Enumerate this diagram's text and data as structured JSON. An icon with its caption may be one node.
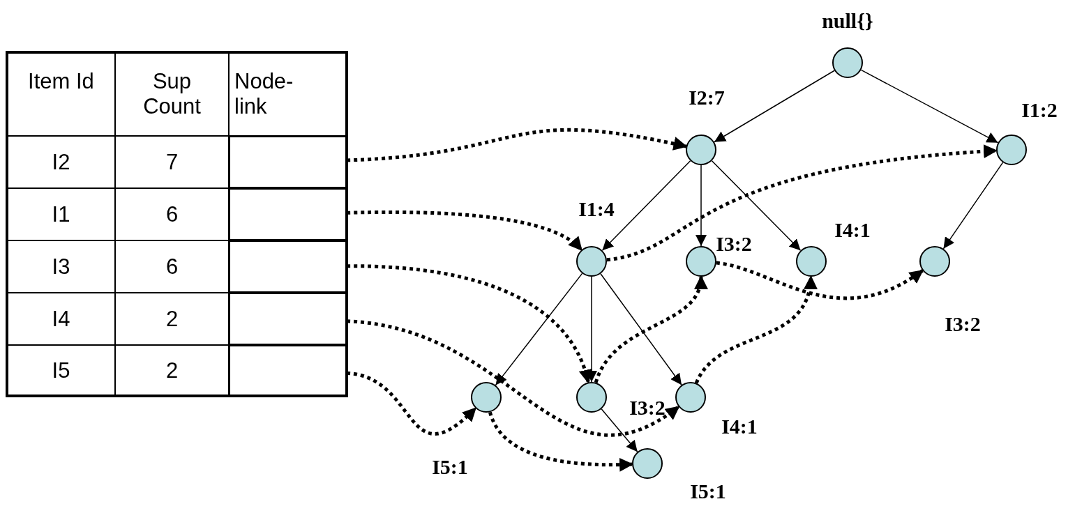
{
  "diagram": {
    "nodes": [
      {
        "text": [],
        "shape": "box"
      },
      {
        "text": [],
        "shape": "box"
      },
      {
        "text": [],
        "shape": "box"
      },
      {
        "text": [],
        "shape": "box"
      },
      {
        "text": [],
        "shape": "box"
      },
      {
        "text": [],
        "shape": "circle",
        "beside": [
          "null{}"
        ]
      },
      {
        "text": [],
        "shape": "circle",
        "beside": [
          "I2:7"
        ]
      },
      {
        "text": [],
        "shape": "circle",
        "beside": [
          "I1:2"
        ]
      },
      {
        "text": [],
        "shape": "circle",
        "beside": [
          "I1:4"
        ]
      },
      {
        "text": [],
        "shape": "circle",
        "beside": [
          "I3:2"
        ]
      },
      {
        "text": [],
        "shape": "circle",
        "beside": [
          "I4:1"
        ]
      },
      {
        "text": [],
        "shape": "circle",
        "beside": [
          "I3:2"
        ]
      },
      {
        "text": [],
        "shape": "circle",
        "beside": [
          "I5:1"
        ]
      },
      {
        "text": [],
        "shape": "circle",
        "beside": [
          "I3:2"
        ]
      },
      {
        "text": [],
        "shape": "circle",
        "beside": [
          "I4:1"
        ]
      },
      {
        "text": [],
        "shape": "circle",
        "beside": [
          "I5:1"
        ]
      }
    ],
    "edges": [
      {
        "from": 5,
        "to": 6,
        "arrow": "to"
      },
      {
        "from": 5,
        "to": 7,
        "arrow": "to"
      },
      {
        "from": 6,
        "to": 8,
        "arrow": "to"
      },
      {
        "from": 6,
        "to": 9,
        "arrow": "to"
      },
      {
        "from": 6,
        "to": 10,
        "arrow": "to"
      },
      {
        "from": 7,
        "to": 11,
        "arrow": "to"
      },
      {
        "from": 8,
        "to": 12,
        "arrow": "to"
      },
      {
        "from": 8,
        "to": 13,
        "arrow": "to"
      },
      {
        "from": 8,
        "to": 14,
        "arrow": "to"
      },
      {
        "from": 13,
        "to": 15,
        "arrow": "to"
      },
      {
        "from": 0,
        "to": 6,
        "arrow": "to",
        "style": "dashed"
      },
      {
        "from": 1,
        "to": 8,
        "arrow": "to",
        "style": "dashed"
      },
      {
        "from": 8,
        "to": 7,
        "arrow": "to",
        "style": "dashed"
      },
      {
        "from": 2,
        "to": 13,
        "arrow": "to",
        "style": "dashed"
      },
      {
        "from": 13,
        "to": 9,
        "arrow": "to",
        "style": "dashed"
      },
      {
        "from": 9,
        "to": 11,
        "arrow": "to",
        "style": "dashed"
      },
      {
        "from": 3,
        "to": 14,
        "arrow": "to",
        "style": "dashed"
      },
      {
        "from": 14,
        "to": 10,
        "arrow": "to",
        "style": "dashed"
      },
      {
        "from": 4,
        "to": 12,
        "arrow": "to",
        "style": "dashed"
      },
      {
        "from": 12,
        "to": 15,
        "arrow": "to",
        "style": "dashed"
      }
    ],
    "labels": [
      "Item Id",
      "Sup Count",
      "Node-link",
      "I2",
      "7",
      "I1",
      "6",
      "I3",
      "6",
      "I4",
      "2",
      "I5",
      "2"
    ]
  }
}
